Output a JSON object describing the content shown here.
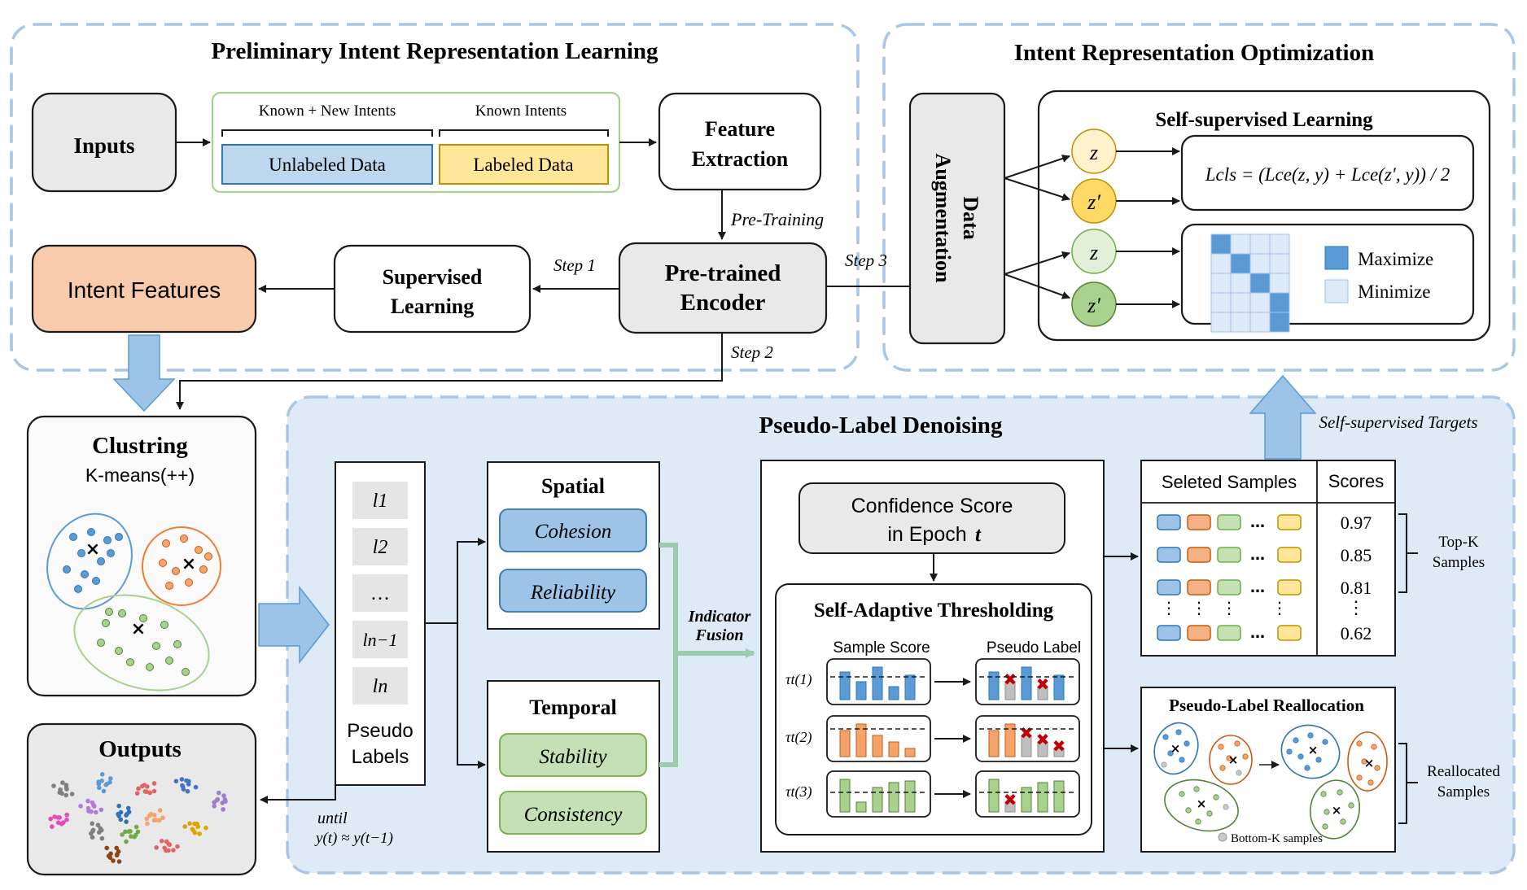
{
  "sections": {
    "preliminary": "Preliminary Intent Representation Learning",
    "optimization": "Intent Representation Optimization",
    "denoising": "Pseudo-Label Denoising"
  },
  "boxes": {
    "inputs": "Inputs",
    "known_new": "Known + New Intents",
    "known": "Known Intents",
    "unlabeled": "Unlabeled Data",
    "labeled": "Labeled Data",
    "feature_l1": "Feature",
    "feature_l2": "Extraction",
    "encoder_l1": "Pre-trained",
    "encoder_l2": "Encoder",
    "supervised_l1": "Supervised",
    "supervised_l2": "Learning",
    "intent_features": "Intent Features",
    "clustering_title": "Clustring",
    "clustering_sub": "K-means(++)",
    "outputs": "Outputs",
    "augmentation_l1": "Data",
    "augmentation_l2": "Augmentation",
    "ssl_title": "Self-supervised Learning",
    "maximize": "Maximize",
    "minimize": "Minimize",
    "pseudo_l1": "Pseudo",
    "pseudo_l2": "Labels",
    "spatial": "Spatial",
    "cohesion": "Cohesion",
    "reliability": "Reliability",
    "temporal": "Temporal",
    "stability": "Stability",
    "consistency": "Consistency",
    "confidence_l1": "Confidence Score",
    "confidence_l2": "in Epoch",
    "confidence_var": "t",
    "thresholding": "Self-Adaptive Thresholding",
    "sample_score": "Sample Score",
    "pseudo_label": "Pseudo Label",
    "selected_samples": "Seleted Samples",
    "scores": "Scores",
    "reallocation": "Pseudo-Label Reallocation",
    "bottom_k": "Bottom-K samples"
  },
  "labels": {
    "pre_training": "Pre-Training",
    "step1": "Step 1",
    "step2": "Step 2",
    "step3": "Step 3",
    "fusion_l1": "Indicator",
    "fusion_l2": "Fusion",
    "ss_targets": "Self-supervised Targets",
    "until": "until",
    "convergence": "y(t) ≈ y(t−1)",
    "topk_l1": "Top-K",
    "topk_l2": "Samples",
    "realloc_l1": "Reallocated",
    "realloc_l2": "Samples"
  },
  "pseudo_list": [
    "l1",
    "l2",
    "…",
    "ln−1",
    "ln"
  ],
  "z_nodes": [
    "z",
    "z′",
    "z",
    "z′"
  ],
  "loss_formula": "Lcls = (Lce(z, y) + Lce(z′, y)) / 2",
  "thresholds": [
    "τt(1)",
    "τt(2)",
    "τt(3)"
  ],
  "score_values": [
    "0.97",
    "0.85",
    "0.81",
    "⋮",
    "0.62"
  ],
  "colors": {
    "blue": "#5b9bd5",
    "orange": "#f4a46a",
    "green": "#a9d18e",
    "yellow": "#ffd966",
    "panel_bg": "#deebf7",
    "intent_features": "#f8cbad",
    "unlabeled": "#bdd7ee",
    "labeled": "#ffe699"
  }
}
